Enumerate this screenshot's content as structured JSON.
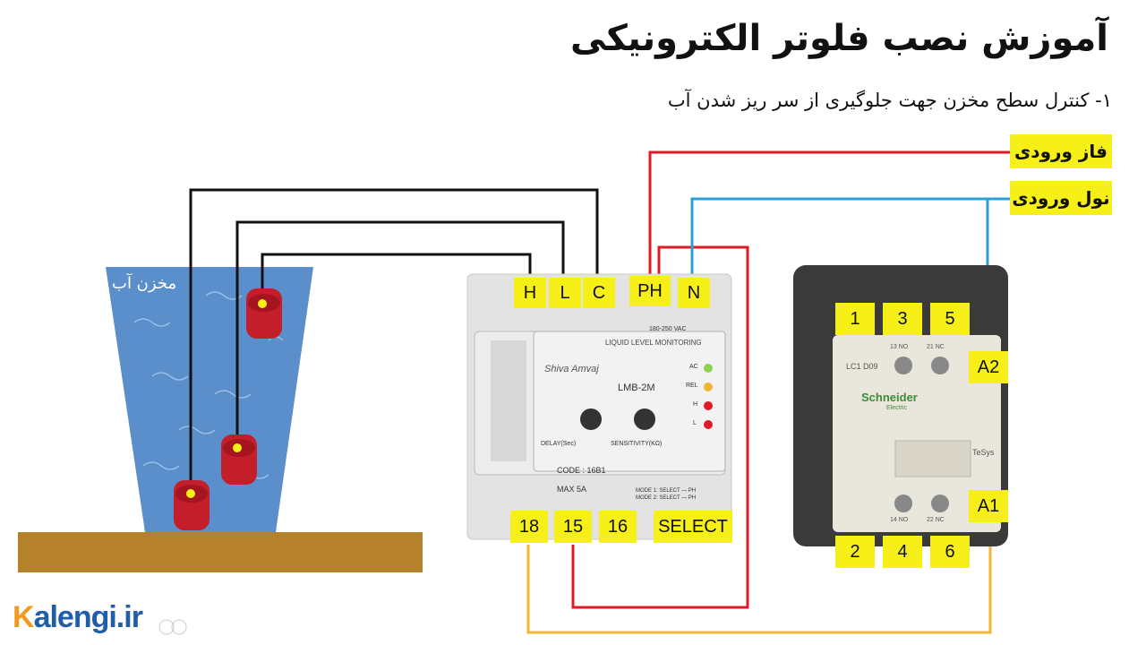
{
  "title": "آموزش نصب فلوتر الکترونیکی",
  "subtitle": "۱- کنترل سطح مخزن جهت جلوگیری از سر ریز شدن آب",
  "tank_label": "مخزن آب",
  "supply_labels": {
    "phase_in": "فاز ورودی",
    "neutral_in": "نول ورودی"
  },
  "relay": {
    "top_terminals": [
      "H",
      "L",
      "C",
      "PH",
      "N"
    ],
    "bottom_terminals": [
      "18",
      "15",
      "16",
      "SELECT"
    ],
    "brand": "Shiva Amvaj",
    "model": "LMB-2M",
    "header_text": "LIQUID LEVEL MONITORING",
    "code": "CODE : 16B1",
    "max": "MAX 5A",
    "voltage": "180-250 VAC",
    "leds": [
      "AC",
      "REL",
      "H",
      "L"
    ],
    "knob_labels": [
      "DELAY(Sec)",
      "SENSITIVITY(KΩ)"
    ],
    "mode_lines": [
      "MODE 1: SELECT — PH",
      "MODE 2: SELECT — PH"
    ]
  },
  "contactor": {
    "top_terminals": [
      "1",
      "3",
      "5"
    ],
    "bottom_terminals": [
      "2",
      "4",
      "6"
    ],
    "coil_terminals": [
      "A2",
      "A1"
    ],
    "brand": "Schneider",
    "brand_sub": "Electric",
    "model": "LC1 D09",
    "aux_top": [
      "13 NO",
      "21 NC"
    ],
    "aux_bottom": [
      "14 NO",
      "22 NC"
    ],
    "series": "TeSys"
  },
  "logo": {
    "first": "K",
    "rest": "alengi.ir"
  },
  "colors": {
    "phase": "#e01b24",
    "neutral": "#2a9fd8",
    "control": "#f2b633",
    "probe_wire": "#111111",
    "label_bg": "#f6ef18",
    "water": "#5b8fcc",
    "ground": "#b5812a",
    "probe": "#c41e2a"
  }
}
